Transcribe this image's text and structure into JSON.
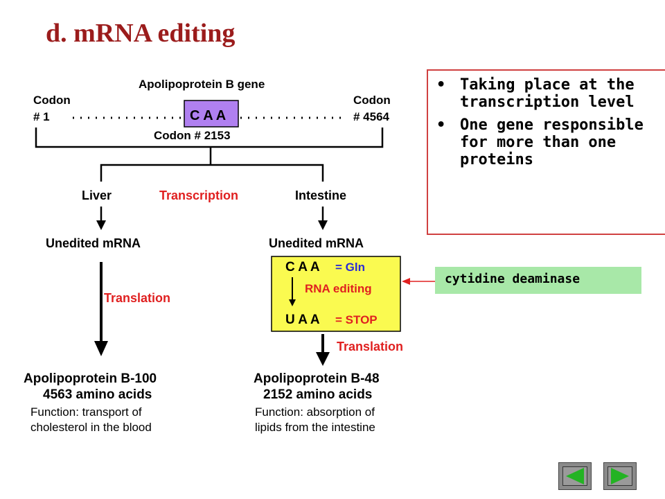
{
  "title": "d. mRNA editing",
  "diagram": {
    "gene_title": "Apolipoprotein B gene",
    "codon_left_line1": "Codon",
    "codon_left_line2": "# 1",
    "codon_right_line1": "Codon",
    "codon_right_line2": "# 4564",
    "gene_box_text": "C A A",
    "codon_mid": "Codon # 2153",
    "liver": "Liver",
    "transcription": "Transcription",
    "intestine": "Intestine",
    "unedited_left": "Unedited mRNA",
    "unedited_right": "Unedited mRNA",
    "caa": "C A A",
    "gln": "= Gln",
    "rna_editing": "RNA editing",
    "uaa": "U A A",
    "stop": "= STOP",
    "translation_left": "Translation",
    "translation_right": "Translation",
    "protein_left": "Apolipoprotein B-100",
    "aa_left": "4563 amino acids",
    "func_left_1": "Function: transport of",
    "func_left_2": "cholesterol in the blood",
    "protein_right": "Apolipoprotein B-48",
    "aa_right": "2152 amino acids",
    "func_right_1": "Function: absorption of",
    "func_right_2": "lipids from the intestine"
  },
  "bullets": [
    "Taking place at the transcription level",
    "One gene responsible for more than one proteins"
  ],
  "enzyme_label": "cytidine deaminase",
  "nav": {
    "prev_icon": "triangle-left-icon",
    "next_icon": "triangle-right-icon"
  },
  "colors": {
    "title": "#9b1c1c",
    "red_label": "#e02020",
    "blue_label": "#2a2ad8",
    "gene_box": "#b080f0",
    "edit_box": "#fafa50",
    "enzyme_bg": "#a8e8a8",
    "nav_arrow": "#23b323"
  }
}
